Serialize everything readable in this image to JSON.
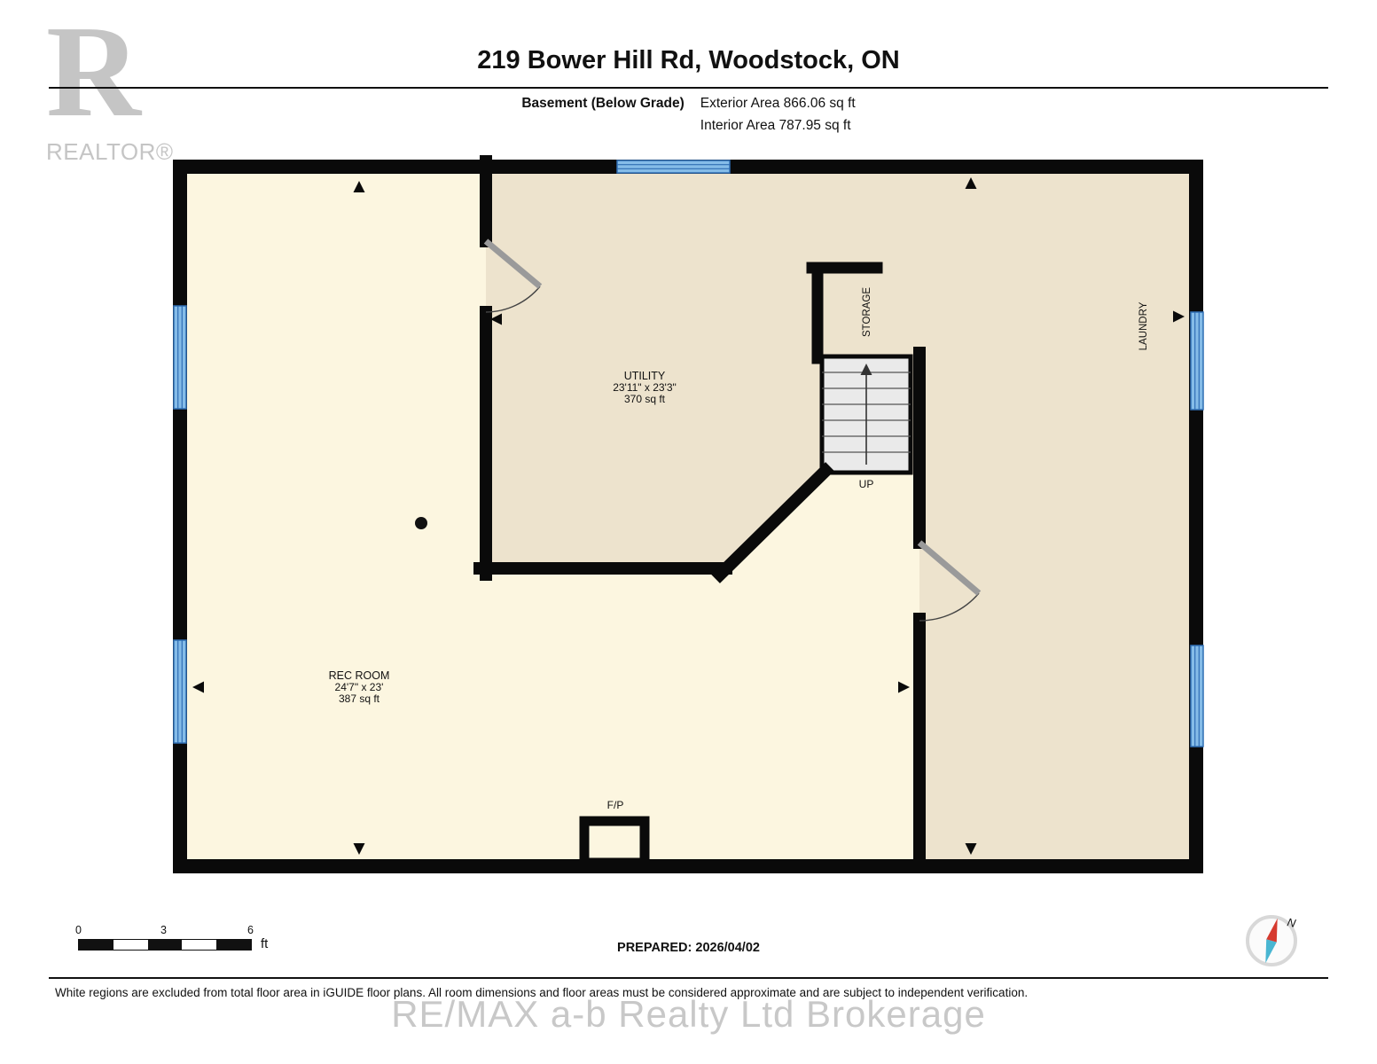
{
  "header": {
    "title": "219 Bower Hill Rd, Woodstock, ON",
    "floor_label": "Basement (Below Grade)",
    "exterior_area": "Exterior Area 866.06 sq ft",
    "interior_area": "Interior Area 787.95 sq ft"
  },
  "branding": {
    "logo_letter": "R",
    "logo_text": "REALTOR®",
    "watermark": "RE/MAX a-b Realty Ltd Brokerage"
  },
  "rooms": {
    "utility": {
      "name": "UTILITY",
      "dimensions": "23'11\" x 23'3\"",
      "area": "370 sq ft"
    },
    "rec_room": {
      "name": "REC ROOM",
      "dimensions": "24'7\" x 23'",
      "area": "387 sq ft"
    },
    "storage": {
      "name": "STORAGE"
    },
    "laundry": {
      "name": "LAUNDRY"
    },
    "stairs_label": "UP",
    "fireplace_label": "F/P"
  },
  "scale_bar": {
    "labels": [
      "0",
      "3",
      "6"
    ],
    "unit": "ft"
  },
  "footer": {
    "prepared": "PREPARED: 2026/04/02",
    "disclaimer": "White regions are excluded from total floor area in iGUIDE floor plans. All room dimensions and floor areas must be considered approximate and are subject to independent verification.",
    "compass_label": "N"
  },
  "colors": {
    "rec_room_fill": "#FCF6E0",
    "utility_fill": "#EDE3CD",
    "wall": "#0A0A0A",
    "window_fill": "#85BCE8",
    "window_line": "#2F6EB4",
    "stairs_fill": "#EAEAEA"
  }
}
